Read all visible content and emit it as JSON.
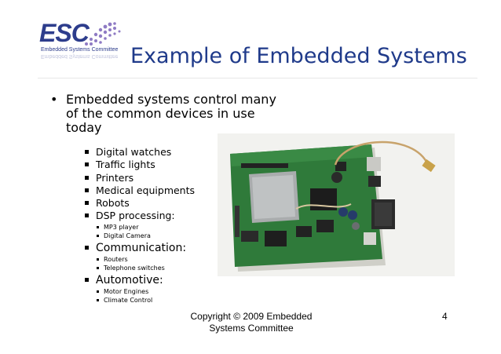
{
  "logo": {
    "text": "ESC",
    "tagline": "Embedded Systems Committee"
  },
  "slide": {
    "title": "Example of Embedded Systems",
    "main_bullet": "Embedded systems control many of the common devices in use today",
    "items": [
      {
        "label": "Digital watches"
      },
      {
        "label": "Traffic lights"
      },
      {
        "label": "Printers"
      },
      {
        "label": "Medical equipments"
      },
      {
        "label": "Robots"
      },
      {
        "label": "DSP processing:",
        "sub": [
          "MP3 player",
          "Digital Camera"
        ]
      },
      {
        "label": "Communication:",
        "sub": [
          "Routers",
          "Telephone switches"
        ]
      },
      {
        "label": "Automotive:",
        "sub": [
          "Motor Engines",
          "Climate Control"
        ]
      }
    ],
    "image_subject": "embedded circuit board"
  },
  "footer": {
    "copyright_line1": "Copyright © 2009 Embedded",
    "copyright_line2": "Systems Committee",
    "page_number": "4"
  },
  "colors": {
    "title": "#1f3a8a",
    "logo": "#2d3d8c",
    "board": "#2f7a3a"
  }
}
